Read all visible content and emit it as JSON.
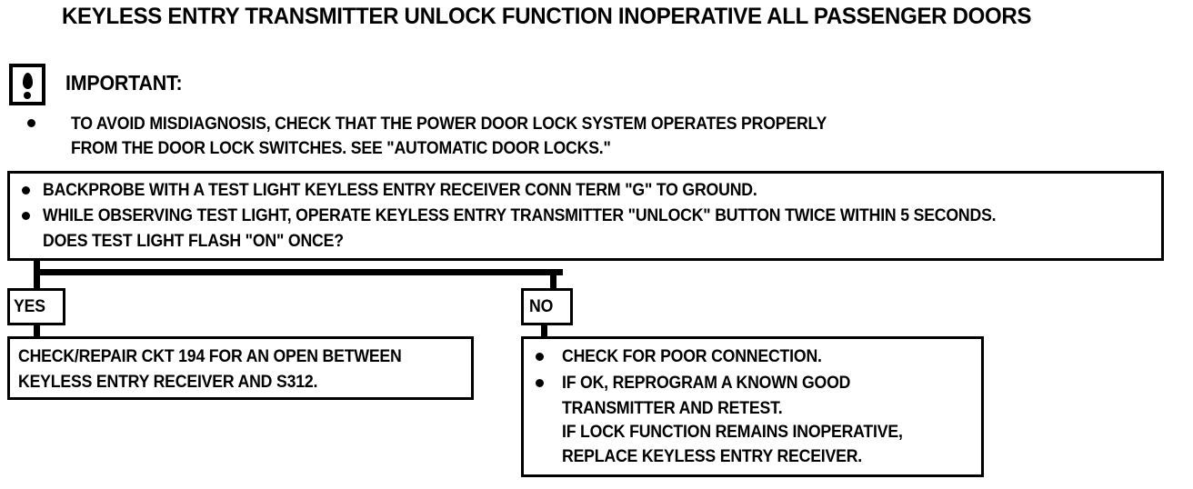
{
  "title": "KEYLESS ENTRY TRANSMITTER UNLOCK FUNCTION INOPERATIVE ALL PASSENGER DOORS",
  "important": {
    "icon": "exclamation-warning-icon",
    "label": "IMPORTANT:",
    "notes": [
      "TO AVOID MISDIAGNOSIS, CHECK THAT THE POWER DOOR LOCK SYSTEM OPERATES PROPERLY",
      "FROM THE DOOR LOCK SWITCHES.  SEE \"AUTOMATIC DOOR LOCKS.\""
    ]
  },
  "test_step": {
    "lines": [
      "BACKPROBE WITH A TEST LIGHT KEYLESS ENTRY RECEIVER CONN TERM \"G\" TO GROUND.",
      "WHILE OBSERVING TEST LIGHT, OPERATE KEYLESS ENTRY TRANSMITTER \"UNLOCK\" BUTTON TWICE WITHIN 5 SECONDS.",
      "DOES TEST LIGHT FLASH \"ON\" ONCE?"
    ]
  },
  "branches": {
    "yes_label": "YES",
    "no_label": "NO"
  },
  "yes_result": {
    "lines": [
      "CHECK/REPAIR CKT 194 FOR AN OPEN BETWEEN",
      "KEYLESS ENTRY RECEIVER AND S312."
    ]
  },
  "no_result": {
    "lines": [
      "CHECK FOR POOR CONNECTION.",
      "IF OK, REPROGRAM A KNOWN GOOD",
      "TRANSMITTER AND RETEST.",
      "IF LOCK FUNCTION REMAINS INOPERATIVE,",
      "REPLACE KEYLESS ENTRY RECEIVER."
    ]
  },
  "colors": {
    "ink": "#000000",
    "paper": "#ffffff"
  }
}
